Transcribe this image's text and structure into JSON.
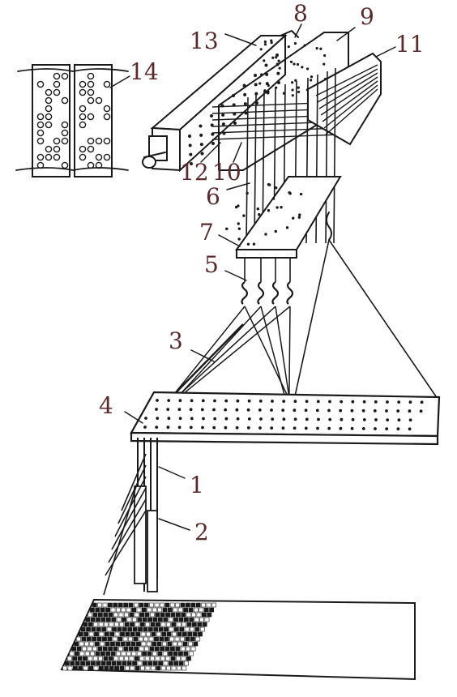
{
  "diagram": {
    "labels": [
      {
        "id": "1",
        "text": "1"
      },
      {
        "id": "2",
        "text": "2"
      },
      {
        "id": "3",
        "text": "3"
      },
      {
        "id": "4",
        "text": "4"
      },
      {
        "id": "5",
        "text": "5"
      },
      {
        "id": "6",
        "text": "6"
      },
      {
        "id": "7",
        "text": "7"
      },
      {
        "id": "8",
        "text": "8"
      },
      {
        "id": "9",
        "text": "9"
      },
      {
        "id": "10",
        "text": "10"
      },
      {
        "id": "11",
        "text": "11"
      },
      {
        "id": "12",
        "text": "12"
      },
      {
        "id": "13",
        "text": "13"
      },
      {
        "id": "14",
        "text": "14"
      }
    ],
    "colors": {
      "ink": "#1a1a1a",
      "label": "#5a2a2a",
      "paper": "#ffffff"
    }
  }
}
